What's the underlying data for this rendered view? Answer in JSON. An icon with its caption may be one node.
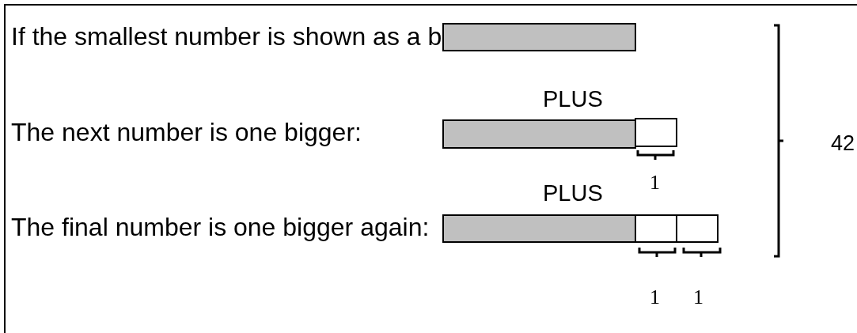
{
  "diagram": {
    "nodes": [
      {
        "text": [],
        "shape": "bar"
      },
      {
        "text": [],
        "shape": "bar"
      },
      {
        "text": [],
        "shape": "box"
      },
      {
        "text": [],
        "shape": "bar"
      },
      {
        "text": [],
        "shape": "box"
      },
      {
        "text": [],
        "shape": "box"
      }
    ],
    "labels": [
      "If the smallest number is shown as a b",
      "PLUS",
      "The next number is one bigger:",
      "42",
      "1",
      "PLUS",
      "The final number is one bigger again:",
      "1",
      "1"
    ]
  }
}
